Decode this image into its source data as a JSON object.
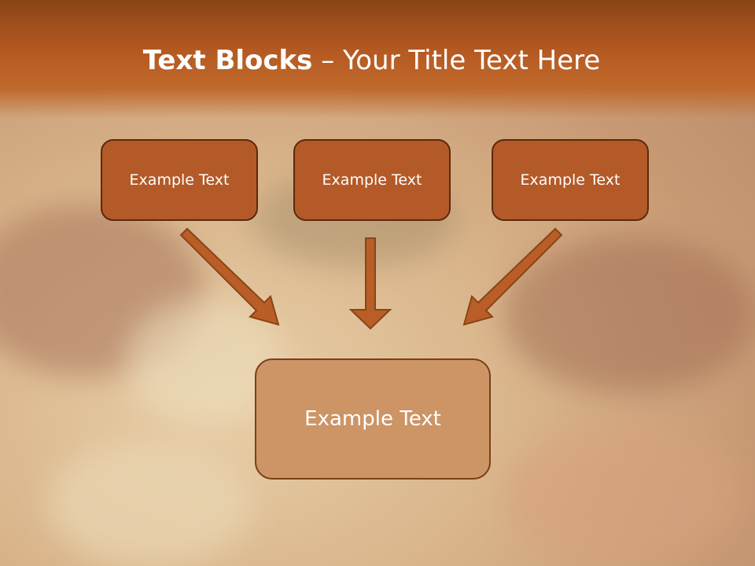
{
  "title": {
    "bold": "Text Blocks",
    "rest": " – Your Title Text Here"
  },
  "boxes": {
    "left": "Example Text",
    "middle": "Example Text",
    "right": "Example Text",
    "target": "Example Text"
  },
  "colors": {
    "header": "#b65a22",
    "box_fill": "#b35a28",
    "box_border": "#5a2a0c",
    "target_fill": "#cd9466",
    "arrow": "#c0652a"
  }
}
